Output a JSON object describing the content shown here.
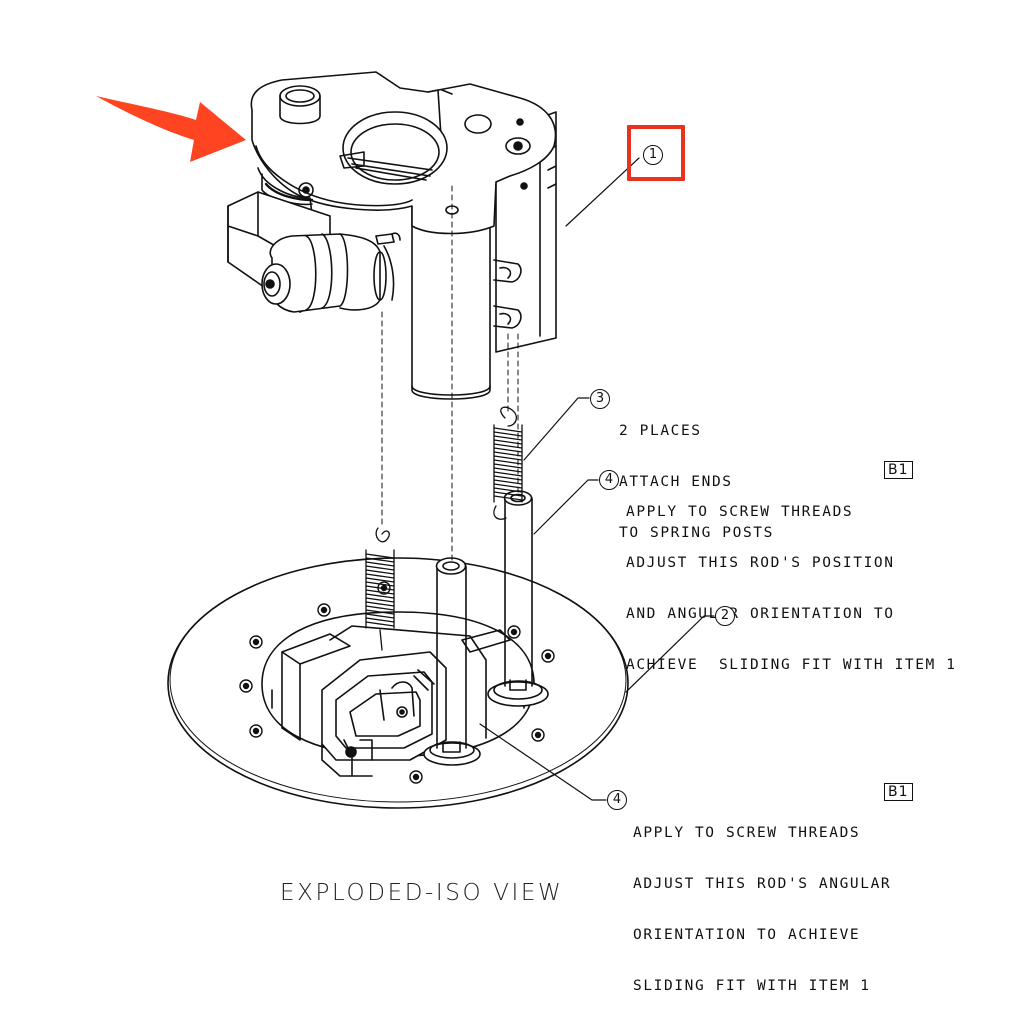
{
  "view_title": "EXPLODED-ISO VIEW",
  "colors": {
    "line": "#111111",
    "highlight": "#e8321e",
    "arrow": "#ff4422",
    "background": "#ffffff"
  },
  "callouts": [
    {
      "number": "1",
      "lines": []
    },
    {
      "number": "3",
      "lines": [
        "2 PLACES",
        "ATTACH ENDS",
        "TO SPRING POSTS"
      ]
    },
    {
      "number": "4",
      "tag": "B1",
      "lines": [
        "APPLY TO SCREW THREADS",
        "ADJUST THIS ROD'S POSITION",
        "AND ANGULAR ORIENTATION TO",
        "ACHIEVE  SLIDING FIT WITH ITEM 1"
      ]
    },
    {
      "number": "2",
      "lines": []
    },
    {
      "number": "4",
      "tag": "B1",
      "lines": [
        "APPLY TO SCREW THREADS",
        "ADJUST THIS ROD'S ANGULAR",
        "ORIENTATION TO ACHIEVE",
        "SLIDING FIT WITH ITEM 1"
      ]
    }
  ],
  "annotation": {
    "arrow_icon": "red-arrow-icon",
    "highlight_target": "1"
  }
}
